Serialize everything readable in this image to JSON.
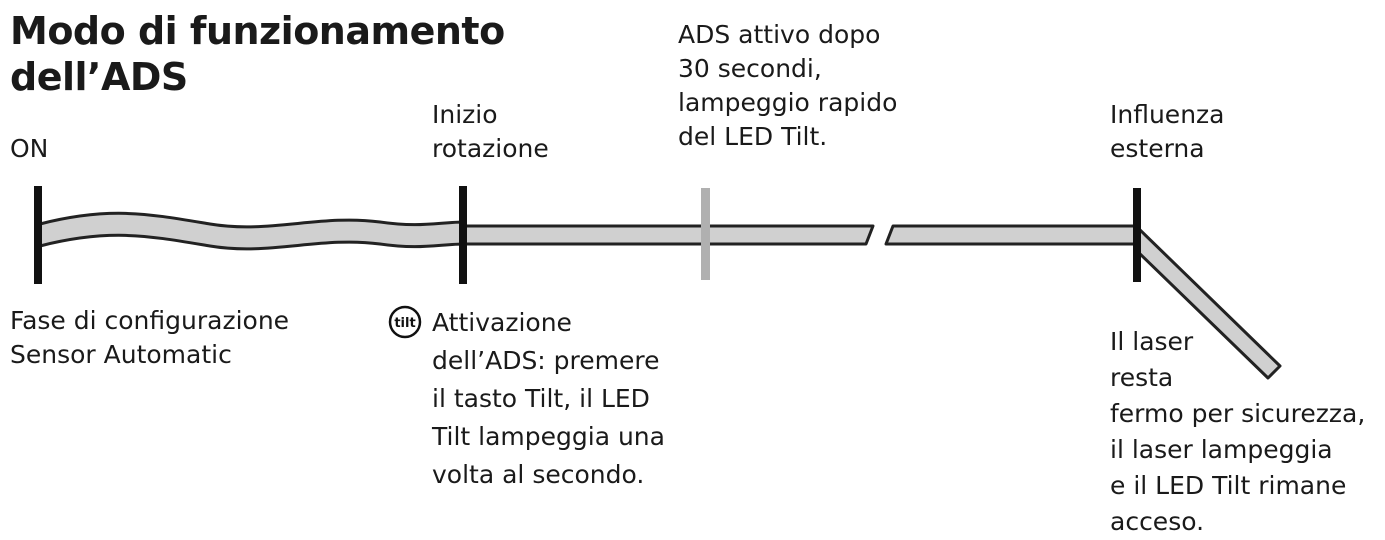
{
  "title": "Modo di funzionamento\ndell’ADS",
  "labels": {
    "on": "ON",
    "rotation_start": "Inizio\nrotazione",
    "ads_active": "ADS attivo dopo\n30 secondi,\nlampeggio rapido\ndel LED Tilt.",
    "external": "Influenza\nesterna",
    "setup": "Fase di configurazione\nSensor Automatic",
    "activation": "Attivazione\ndell’ADS: premere\nil tasto Tilt, il LED\nTilt lampeggia una\nvolta al secondo.",
    "laser_stop": "Il laser\nresta\nfermo per sicurezza,\nil laser lampeggia\ne il LED Tilt rimane\nacceso."
  },
  "tilt_icon": {
    "text": "tilt",
    "icon": "tilt-button-icon"
  },
  "colors": {
    "band_fill": "#d0d0d0",
    "band_stroke": "#222222",
    "marker": "#111111",
    "marker_light": "#b0b0b0"
  }
}
